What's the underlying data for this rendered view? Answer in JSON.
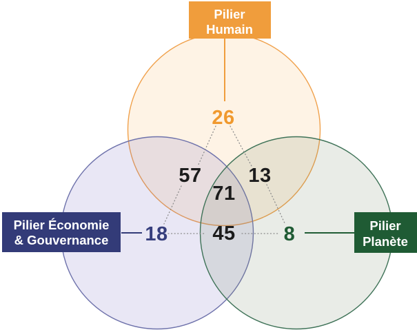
{
  "chart_data": {
    "type": "venn",
    "sets": [
      "Pilier Humain",
      "Pilier Économie & Gouvernance",
      "Pilier Planète"
    ],
    "regions": {
      "humain_only": {
        "sets": [
          "Pilier Humain"
        ],
        "value": "26"
      },
      "humain_economie": {
        "sets": [
          "Pilier Humain",
          "Pilier Économie & Gouvernance"
        ],
        "value": "57"
      },
      "humain_planete": {
        "sets": [
          "Pilier Humain",
          "Pilier Planète"
        ],
        "value": "13"
      },
      "all_three": {
        "sets": [
          "Pilier Humain",
          "Pilier Économie & Gouvernance",
          "Pilier Planète"
        ],
        "value": "71"
      },
      "economie_only": {
        "sets": [
          "Pilier Économie & Gouvernance"
        ],
        "value": "18"
      },
      "economie_planete": {
        "sets": [
          "Pilier Économie & Gouvernance",
          "Pilier Planète"
        ],
        "value": "45"
      },
      "planete_only": {
        "sets": [
          "Pilier Planète"
        ],
        "value": "8"
      }
    },
    "layout": "three-circle venn: one circle on top, two circles below; set labels in colored boxes outside circles connected by solid lines; region values linked by dotted leader lines"
  },
  "labels": {
    "humain": {
      "line1": "Pilier",
      "line2": "Humain"
    },
    "economie": {
      "line1": "Pilier Économie",
      "line2": "& Gouvernance"
    },
    "planete": {
      "line1": "Pilier",
      "line2": "Planète"
    }
  },
  "colors": {
    "background": "#FFFFFF",
    "humain_box": "#F09D3C",
    "humain_stroke": "#F0A14C",
    "humain_fill": "#F59E2D",
    "humain_number": "#F0992E",
    "economie_box": "#333B78",
    "economie_stroke": "#6E72AB",
    "economie_fill": "#7B6FC4",
    "economie_number": "#363E7D",
    "planete_box": "#1F5B34",
    "planete_stroke": "#3E7257",
    "planete_fill": "#74876B",
    "planete_number": "#1F5B34",
    "number_dark": "#1C1C1C",
    "leader": "#8C8C8C",
    "label_text": "#FFFFFF"
  }
}
